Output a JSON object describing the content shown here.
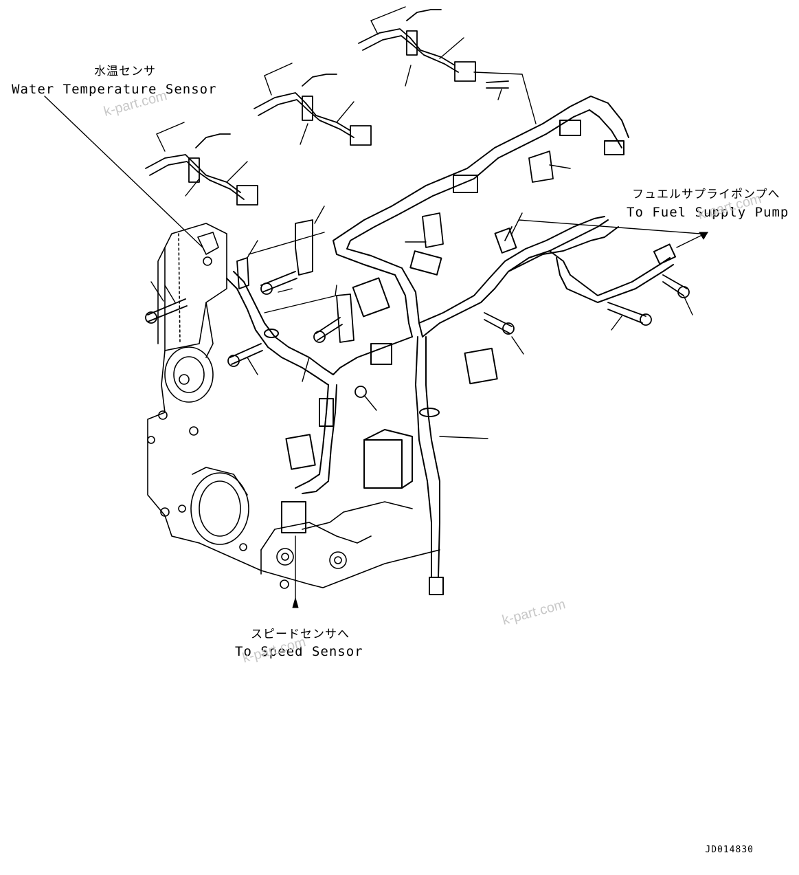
{
  "labels": {
    "water_sensor_jp": "水温センサ",
    "water_sensor_en": "Water Temperature Sensor",
    "fuel_pump_jp": "フュエルサプライポンプへ",
    "fuel_pump_en": "To Fuel Supply Pump",
    "speed_sensor_jp": "スピードセンサへ",
    "speed_sensor_en": "To Speed Sensor"
  },
  "drawing_number": "JD014830",
  "watermark": "k-part.com",
  "colors": {
    "line": "#000000",
    "watermark": "#c8c8c8",
    "background": "#ffffff"
  }
}
